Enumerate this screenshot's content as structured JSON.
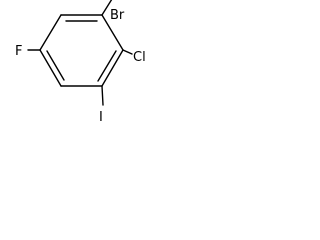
{
  "structure": {
    "atoms": {
      "bromine": "Br",
      "chlorine": "Cl",
      "fluorine": "F",
      "iodine": "I"
    },
    "colors": {
      "bond": "#000000",
      "label": "#000000",
      "background": "#ffffff"
    }
  }
}
